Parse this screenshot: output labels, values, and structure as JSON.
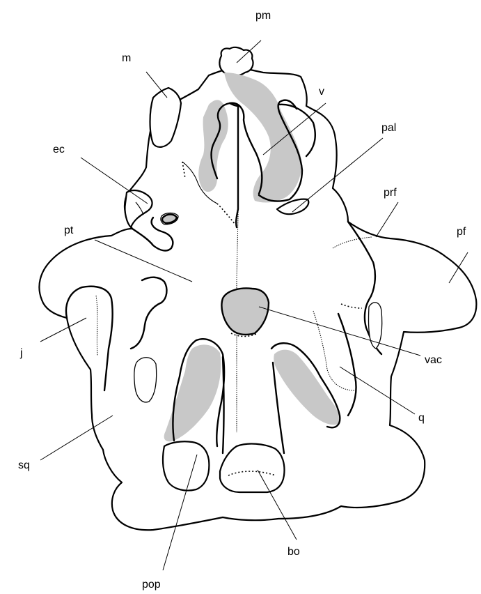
{
  "labels": {
    "pm": "pm",
    "m": "m",
    "v": "v",
    "pal": "pal",
    "ec": "ec",
    "prf": "prf",
    "pf": "pf",
    "pt": "pt",
    "j": "j",
    "vac": "vac",
    "q": "q",
    "sq": "sq",
    "bo": "bo",
    "pop": "pop"
  },
  "colors": {
    "line": "#000000",
    "shaded_region": "#c8c8c8",
    "bone_fill": "#ffffff"
  }
}
